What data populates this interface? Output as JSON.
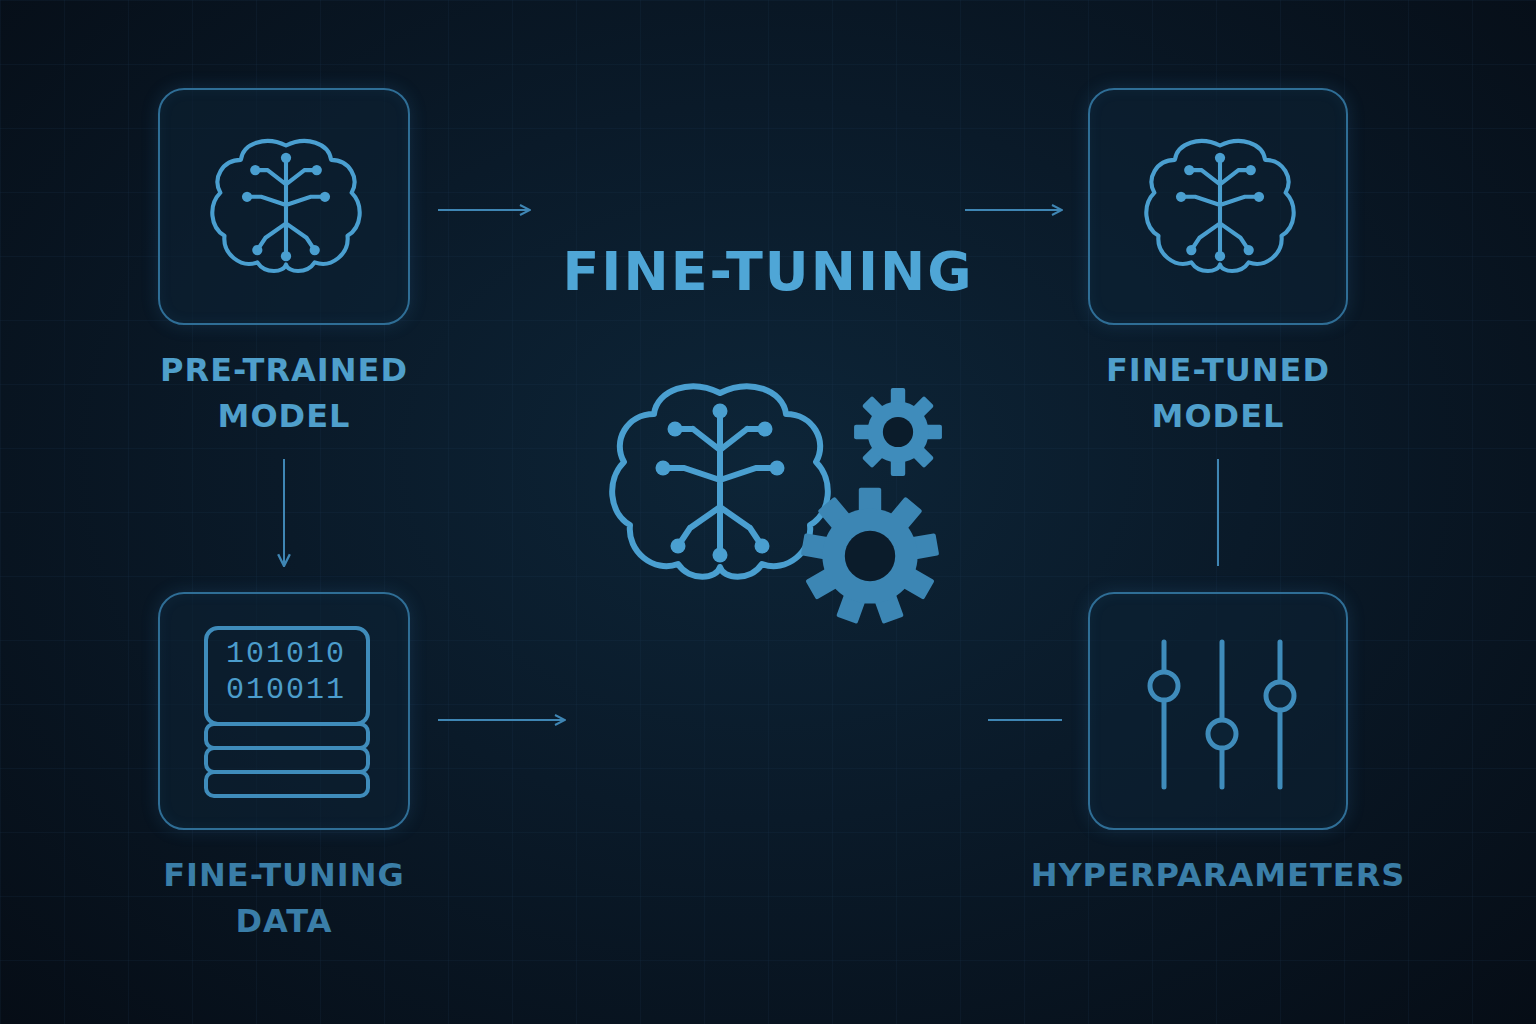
{
  "diagram": {
    "title": "FINE-TUNING",
    "nodes": [
      {
        "text": [
          "PRE-TRAINED MODEL"
        ]
      },
      {
        "text": [
          "FINE-TUNED MODEL"
        ]
      },
      {
        "text": [
          "101010 010011",
          "FINE-TUNING DATA"
        ]
      },
      {
        "text": [
          "HYPERPARAMETERS"
        ]
      }
    ],
    "edges": [
      {
        "from": 0,
        "to": 2,
        "arrow": "to"
      },
      {
        "from": 1,
        "to": 3,
        "arrow": "none"
      }
    ]
  }
}
